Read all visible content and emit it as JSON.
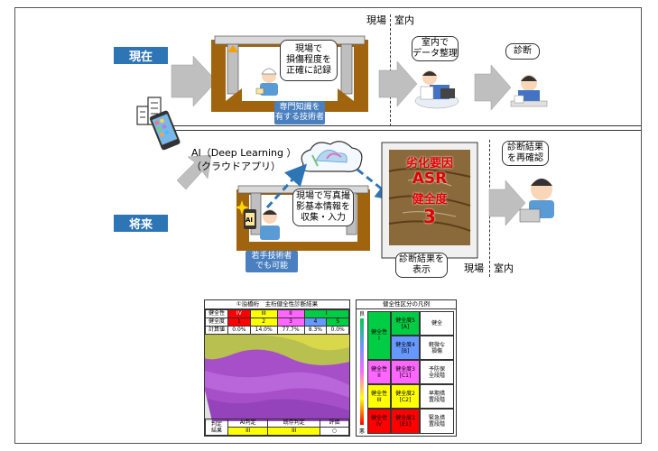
{
  "labels": {
    "present": "現在",
    "future": "将来",
    "field": "現場",
    "indoor": "室内"
  },
  "present": {
    "bubble_record": "現場で\n損傷程度を\n正確に記録",
    "expert_label": "専門知識を\n有する技術者",
    "bubble_office": "室内で\nデータ整理",
    "bubble_diagnosis": "診断"
  },
  "future": {
    "ai_title": "AI（Deep Learning ）\n（クラウドアプリ）",
    "bubble_photo": "現場で写真撮\n影基本情報を\n収集・入力",
    "young_label": "若手技術者\nでも可能",
    "bubble_recheck": "診断結果\nを再確認",
    "bubble_display": "診断結果を\n表示",
    "tablet_line1": "劣化要因",
    "tablet_line2": "ASR",
    "tablet_line3": "健全度",
    "tablet_line4": "3",
    "ai_chip": "AI"
  },
  "result_table": {
    "title": "①溢橋桁　主桁健全性診断結果",
    "row1_label": "健全性",
    "row1": [
      "IV",
      "III",
      "II",
      "I"
    ],
    "row2_label": "健全度",
    "row2": [
      "1",
      "2",
      "3",
      "4",
      "5"
    ],
    "row3_label": "計算値",
    "row3": [
      "0.0%",
      "14.0%",
      "77.7%",
      "8.3%",
      "0.0%"
    ],
    "footer_label": "判定\n結果",
    "footer_headers": [
      "AI判定",
      "既存判定",
      "評価"
    ],
    "footer_values": [
      "III",
      "III",
      "○"
    ]
  },
  "legend": {
    "title": "健全性区分の凡例",
    "top_mark": "良",
    "bottom_mark": "悪",
    "groups": [
      {
        "health": "健全性\nI",
        "levels": [
          {
            "label": "健全度5\n[A]",
            "desc": "健全"
          },
          {
            "label": "健全度4\n[B]",
            "desc": "軽微な\n損傷"
          }
        ]
      },
      {
        "health": "健全性\nII",
        "levels": [
          {
            "label": "健全度3\n[C1]",
            "desc": "予防保\n全段階"
          }
        ]
      },
      {
        "health": "健全性\nIII",
        "levels": [
          {
            "label": "健全度2\n[C2]",
            "desc": "早期措\n置段階"
          }
        ]
      },
      {
        "health": "健全性\nIV",
        "levels": [
          {
            "label": "健全度1\n[E1]",
            "desc": "緊急措\n置段階"
          }
        ]
      }
    ]
  },
  "colors": {
    "tag_blue": "#2e75b6",
    "label_blue": "#4a7fc0",
    "bridge_brown": "#a0640f",
    "arrow_gray": "#bfbfbf",
    "dash_blue": "#2e75b6",
    "red_text": "#e00000"
  }
}
